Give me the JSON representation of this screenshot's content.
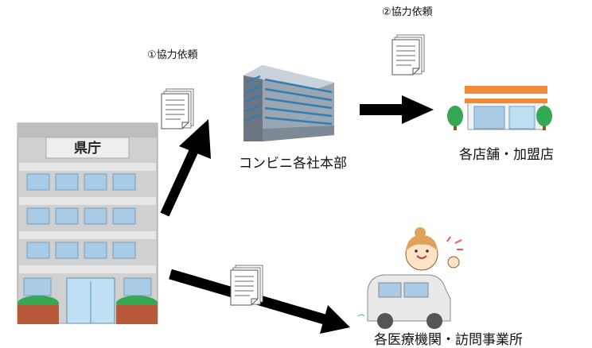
{
  "nodes": {
    "prefecture": {
      "sign": "県庁"
    },
    "hq": {
      "label": "コンビニ各社本部"
    },
    "stores": {
      "label": "各店舗・加盟店"
    },
    "medical": {
      "label": "各医療機関・訪問事業所"
    }
  },
  "edges": {
    "request1": {
      "label": "①協力依頼"
    },
    "request2": {
      "label": "②協力依頼"
    }
  },
  "colors": {
    "arrow": "#000000",
    "building_gray": "#c8c8c8",
    "window_blue": "#a9cbe6",
    "store_orange": "#f08a3a",
    "tree_green": "#34a853",
    "brick": "#b85a3a"
  },
  "icons": [
    "document-icon",
    "prefecture-building-icon",
    "office-building-icon",
    "convenience-store-icon",
    "caregiver-car-icon"
  ]
}
